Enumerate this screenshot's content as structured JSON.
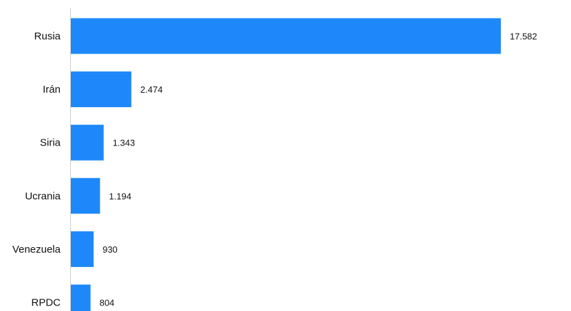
{
  "colors": {
    "bar": "#1e88fa",
    "axis": "#cccccc",
    "text": "#111111",
    "background": "#ffffff"
  },
  "chart_data": {
    "type": "bar",
    "orientation": "horizontal",
    "categories": [
      "Rusia",
      "Irán",
      "Siria",
      "Ucrania",
      "Venezuela",
      "RPDC"
    ],
    "values": [
      17582,
      2474,
      1343,
      1194,
      930,
      804
    ],
    "value_labels": [
      "17.582",
      "2.474",
      "1.343",
      "1.194",
      "930",
      "804"
    ],
    "xlim": [
      0,
      17582
    ],
    "grid": false,
    "legend": "none"
  }
}
